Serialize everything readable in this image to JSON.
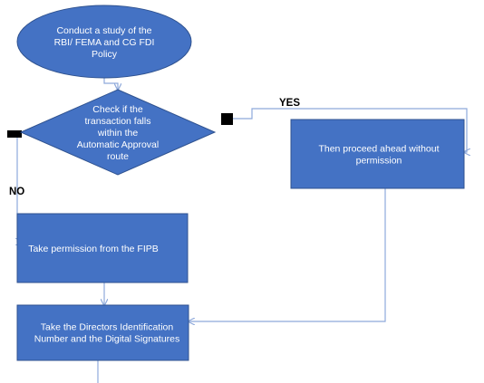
{
  "diagram": {
    "colors": {
      "node_fill": "#4472c4",
      "node_stroke": "#2f528f",
      "connector": "#8ea9db",
      "marker": "#000000"
    },
    "nodes": {
      "study": {
        "shape": "ellipse",
        "lines": [
          "Conduct a study of the",
          "RBI/ FEMA and CG FDI",
          "Policy"
        ]
      },
      "check": {
        "shape": "diamond",
        "lines": [
          "Check if the",
          "transaction falls",
          "within the",
          "Automatic Approval",
          "route"
        ]
      },
      "proceed": {
        "shape": "rectangle",
        "lines": [
          "Then proceed ahead without",
          "permission"
        ]
      },
      "fipb": {
        "shape": "rectangle",
        "lines": [
          "Take permission from the FIPB"
        ]
      },
      "din": {
        "shape": "rectangle",
        "lines": [
          "Take the Directors Identification",
          "Number and the Digital Signatures"
        ]
      }
    },
    "edge_labels": {
      "yes": "YES",
      "no": "NO"
    }
  }
}
